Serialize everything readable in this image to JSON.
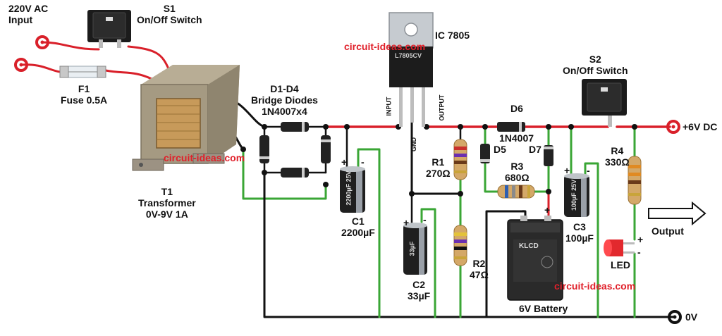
{
  "labels": {
    "ac_input": "220V AC\nInput",
    "s1": "S1\nOn/Off Switch",
    "f1": "F1\nFuse 0.5A",
    "t1": "T1\nTransformer\n0V-9V 1A",
    "bridge": "D1-D4\nBridge Diodes\n1N4007x4",
    "ic": "IC 7805",
    "c1": "C1\n2200µF",
    "c2": "C2\n33µF",
    "r1": "R1\n270Ω",
    "r2": "R2\n47Ω",
    "d5": "D5",
    "d6": "D6",
    "d6_part": "1N4007",
    "d7": "D7",
    "r3": "R3\n680Ω",
    "c3": "C3\n100µF",
    "s2": "S2\nOn/Off Switch",
    "r4": "R4\n330Ω",
    "out_dc": "+6V DC",
    "output": "Output",
    "led": "LED",
    "battery": "6V Battery",
    "zero_v": "0V"
  },
  "watermark": "circuit-ideas.com",
  "ic_pins": {
    "input": "INPUT",
    "gnd": "GND",
    "output": "OUTPUT"
  },
  "component_text": {
    "c1_body": "2200µF 25V",
    "c2_body": "33µF",
    "c3_body": "100µF 25V",
    "battery_brand": "KLCD",
    "ic_marking": "L7805CV"
  },
  "polarity": {
    "plus": "+",
    "minus": "-"
  },
  "colors": {
    "wire_red": "#d9202a",
    "wire_green": "#3aa635",
    "wire_black": "#111111",
    "watermark": "#e0202a",
    "terminal": "#d9202a"
  }
}
